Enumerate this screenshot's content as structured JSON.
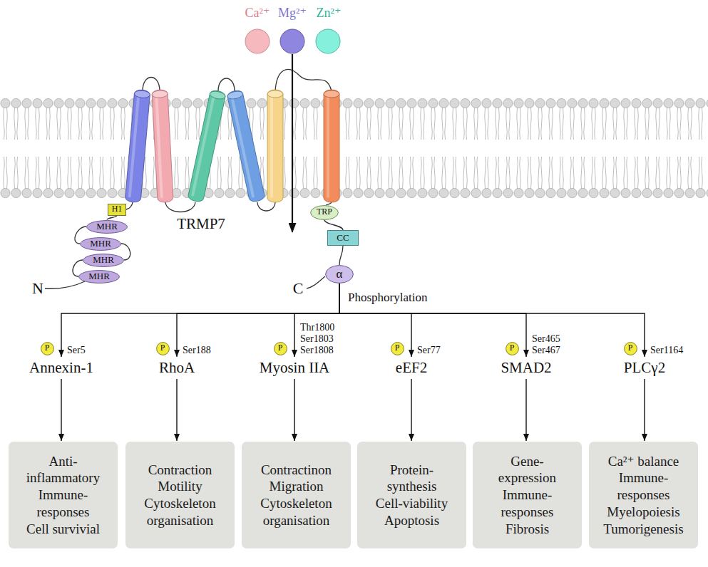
{
  "diagram": {
    "nodes": [
      {
        "text": [
          "H1"
        ]
      },
      {
        "text": [
          "MHR"
        ]
      },
      {
        "text": [
          "MHR"
        ]
      },
      {
        "text": [
          "MHR"
        ]
      },
      {
        "text": [
          "MHR"
        ]
      },
      {
        "text": [
          "TRP"
        ]
      },
      {
        "text": [
          "CC"
        ]
      },
      {
        "text": [
          "α"
        ]
      },
      {
        "text": [
          "P"
        ]
      },
      {
        "text": [
          "Annexin-1"
        ]
      },
      {
        "text": [
          "P"
        ]
      },
      {
        "text": [
          "RhoA"
        ]
      },
      {
        "text": [
          "P"
        ]
      },
      {
        "text": [
          "Myosin IIA"
        ]
      },
      {
        "text": [
          "P"
        ]
      },
      {
        "text": [
          "eEF2"
        ]
      },
      {
        "text": [
          "P"
        ]
      },
      {
        "text": [
          "SMAD2"
        ]
      },
      {
        "text": [
          "P"
        ]
      },
      {
        "text": [
          "PLCγ2"
        ]
      },
      {
        "text": [
          "Anti-inflammatory",
          "Immune-responses",
          "Cell survivial"
        ]
      },
      {
        "text": [
          "Contraction",
          "Motility",
          "Cytoskeleton organisation"
        ]
      },
      {
        "text": [
          "Contractinon",
          "Migration",
          "Cytoskeleton organisation"
        ]
      },
      {
        "text": [
          "Protein-synthesis",
          "Cell-viability",
          "Apoptosis"
        ]
      },
      {
        "text": [
          "Gene-expression",
          "Immune-responses",
          "Fibrosis"
        ]
      },
      {
        "text": [
          "Ca²⁺ balance",
          "Immune-responses",
          "Myelopoiesis",
          "Tumorigenesis"
        ]
      }
    ],
    "edges": [
      {
        "from": 0,
        "to": 1,
        "arrow": "none"
      },
      {
        "from": 1,
        "to": 2,
        "arrow": "none"
      },
      {
        "from": 2,
        "to": 3,
        "arrow": "none"
      },
      {
        "from": 3,
        "to": 4,
        "arrow": "none"
      },
      {
        "from": 5,
        "to": 6,
        "arrow": "none"
      },
      {
        "from": 6,
        "to": 7,
        "arrow": "none"
      },
      {
        "from": 7,
        "to": 9,
        "arrow": "to"
      },
      {
        "from": 7,
        "to": 11,
        "arrow": "to"
      },
      {
        "from": 7,
        "to": 13,
        "arrow": "to"
      },
      {
        "from": 7,
        "to": 15,
        "arrow": "to"
      },
      {
        "from": 7,
        "to": 17,
        "arrow": "to"
      },
      {
        "from": 7,
        "to": 19,
        "arrow": "to"
      },
      {
        "from": 9,
        "to": 20,
        "arrow": "to"
      },
      {
        "from": 11,
        "to": 21,
        "arrow": "to"
      },
      {
        "from": 13,
        "to": 22,
        "arrow": "to"
      },
      {
        "from": 15,
        "to": 23,
        "arrow": "to"
      },
      {
        "from": 17,
        "to": 24,
        "arrow": "to"
      },
      {
        "from": 19,
        "to": 25,
        "arrow": "to"
      }
    ],
    "labels": [
      "Ca²⁺",
      "Mg²⁺",
      "Zn²⁺",
      "TRMP7",
      "N",
      "C",
      "Phosphorylation",
      "Ser5",
      "Ser188",
      "Thr1800 Ser1803 Ser1808",
      "Ser77",
      "Ser465 Ser467",
      "Ser1164"
    ]
  }
}
